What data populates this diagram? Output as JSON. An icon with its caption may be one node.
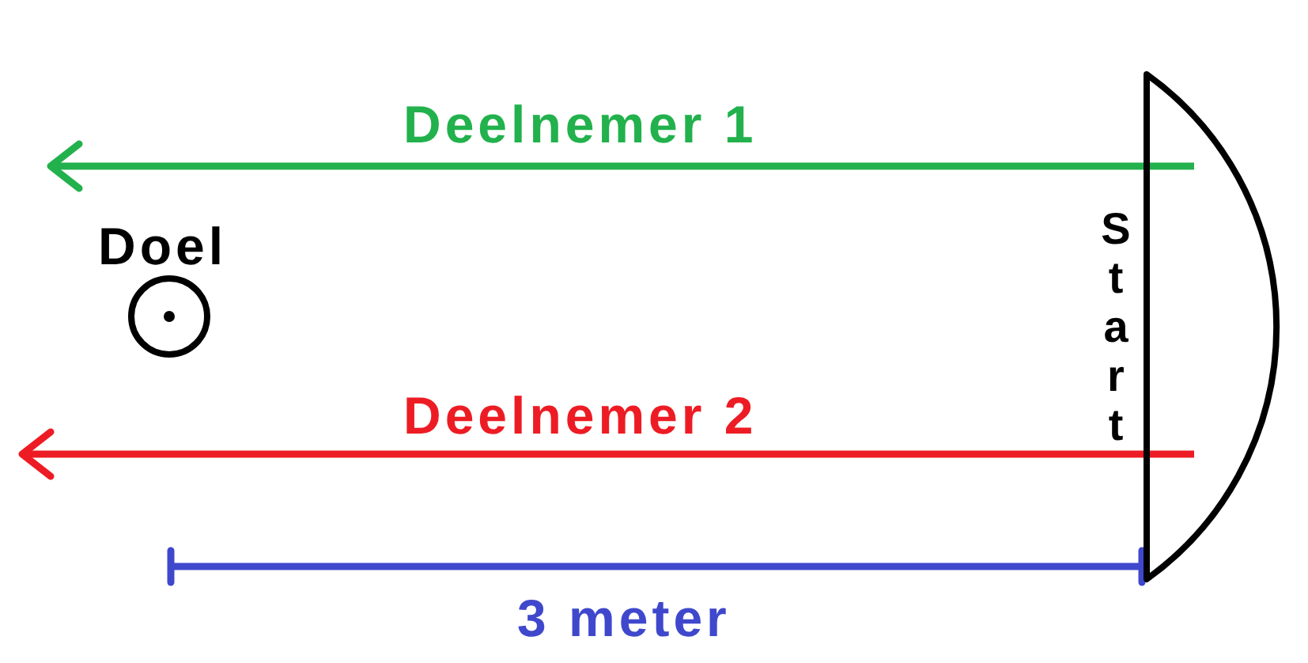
{
  "diagram": {
    "nodes": [
      {
        "text": [
          "Doel"
        ]
      },
      {
        "text": [
          "Start"
        ]
      }
    ],
    "edges": [
      {
        "from": 1,
        "to": null,
        "arrow": "to",
        "label": "Deelnemer 1",
        "color": "#22b14c"
      },
      {
        "from": 1,
        "to": null,
        "arrow": "to",
        "label": "Deelnemer 2",
        "color": "#ed1c24"
      }
    ],
    "labels": [
      "3 meter"
    ]
  }
}
